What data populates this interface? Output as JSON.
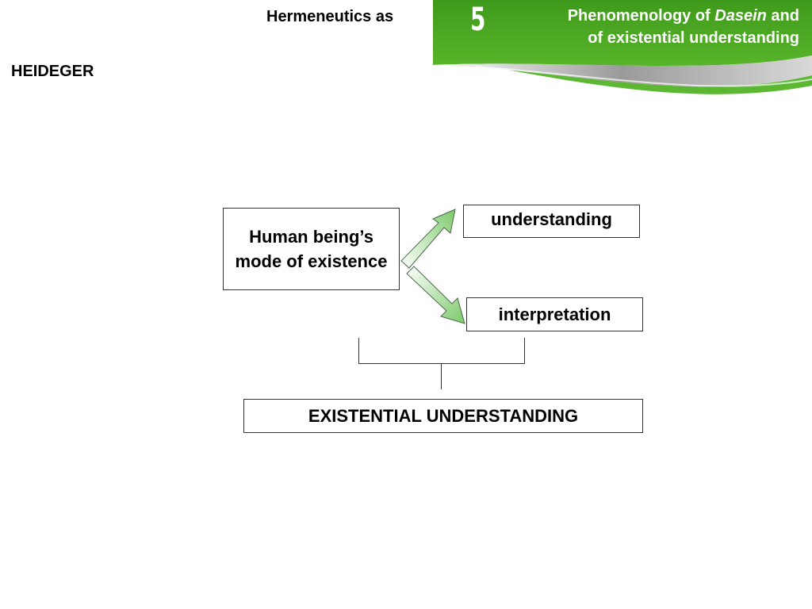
{
  "header": {
    "left_title": "Hermeneutics as",
    "chapter_number": "5",
    "chapter_title_line1_pre": "Phenomenology of ",
    "chapter_title_line1_em": "Dasein",
    "chapter_title_line1_post": " and",
    "chapter_title_line2": "of existential understanding"
  },
  "author": "HEIDEGER",
  "diagram": {
    "source": "Human being’s mode of existence",
    "branch_top": "understanding",
    "branch_bottom": "interpretation",
    "result": "EXISTENTIAL UNDERSTANDING"
  },
  "colors": {
    "banner_green": "#4aa320",
    "banner_green_dark": "#2f7d12",
    "arrow_green": "#8fd17f",
    "arrow_stroke": "#4a6a4a"
  }
}
